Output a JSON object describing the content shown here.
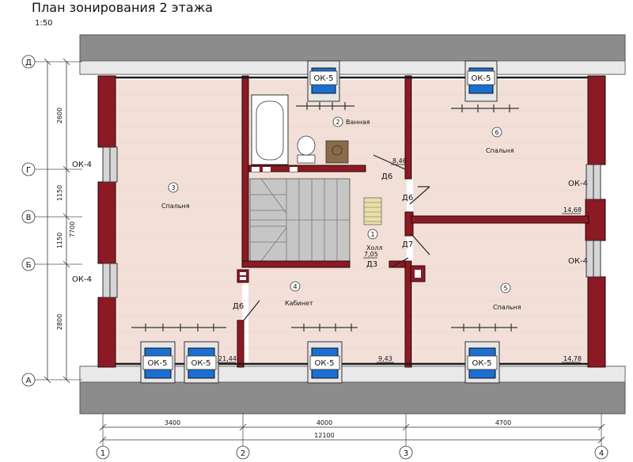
{
  "title": "План зонирования 2 этажа",
  "scale": "1:50",
  "colors": {
    "wall": "#8b1a24",
    "floor": "#f2e0d8",
    "stairs": "#c6c6c6",
    "roof_dark": "#8c8c8c",
    "roof_light": "#e9e9e9",
    "window_blue": "#1a6fd0"
  },
  "axes_vertical": [
    "1",
    "2",
    "3",
    "4"
  ],
  "axes_horizontal": [
    "Д",
    "Г",
    "В",
    "Б",
    "А"
  ],
  "dims_bottom": [
    "3400",
    "4000",
    "4700"
  ],
  "dim_total_bottom": "12100",
  "dims_left": [
    "2600",
    "1150",
    "1150",
    "2800"
  ],
  "dim_total_left": "7700",
  "rooms": [
    {
      "num": "1",
      "name": "Холл",
      "area": "7,05"
    },
    {
      "num": "2",
      "name": "Ванная",
      "area": "8,46"
    },
    {
      "num": "3",
      "name": "Спальня",
      "area": "21,44"
    },
    {
      "num": "4",
      "name": "Кабинет",
      "area": "9,43"
    },
    {
      "num": "5",
      "name": "Спальня",
      "area": "14,78"
    },
    {
      "num": "6",
      "name": "Спальня",
      "area": "14,68"
    }
  ],
  "doors": [
    "Д6",
    "Д6",
    "Д7",
    "Д3",
    "Д6"
  ],
  "windows_top": [
    "ОК-5",
    "ОК-5"
  ],
  "windows_bottom": [
    "ОК-5",
    "ОК-5",
    "ОК-5",
    "ОК-5"
  ],
  "windows_left": [
    "ОК-4",
    "ОК-4"
  ],
  "windows_right": [
    "ОК-4",
    "ОК-4"
  ]
}
